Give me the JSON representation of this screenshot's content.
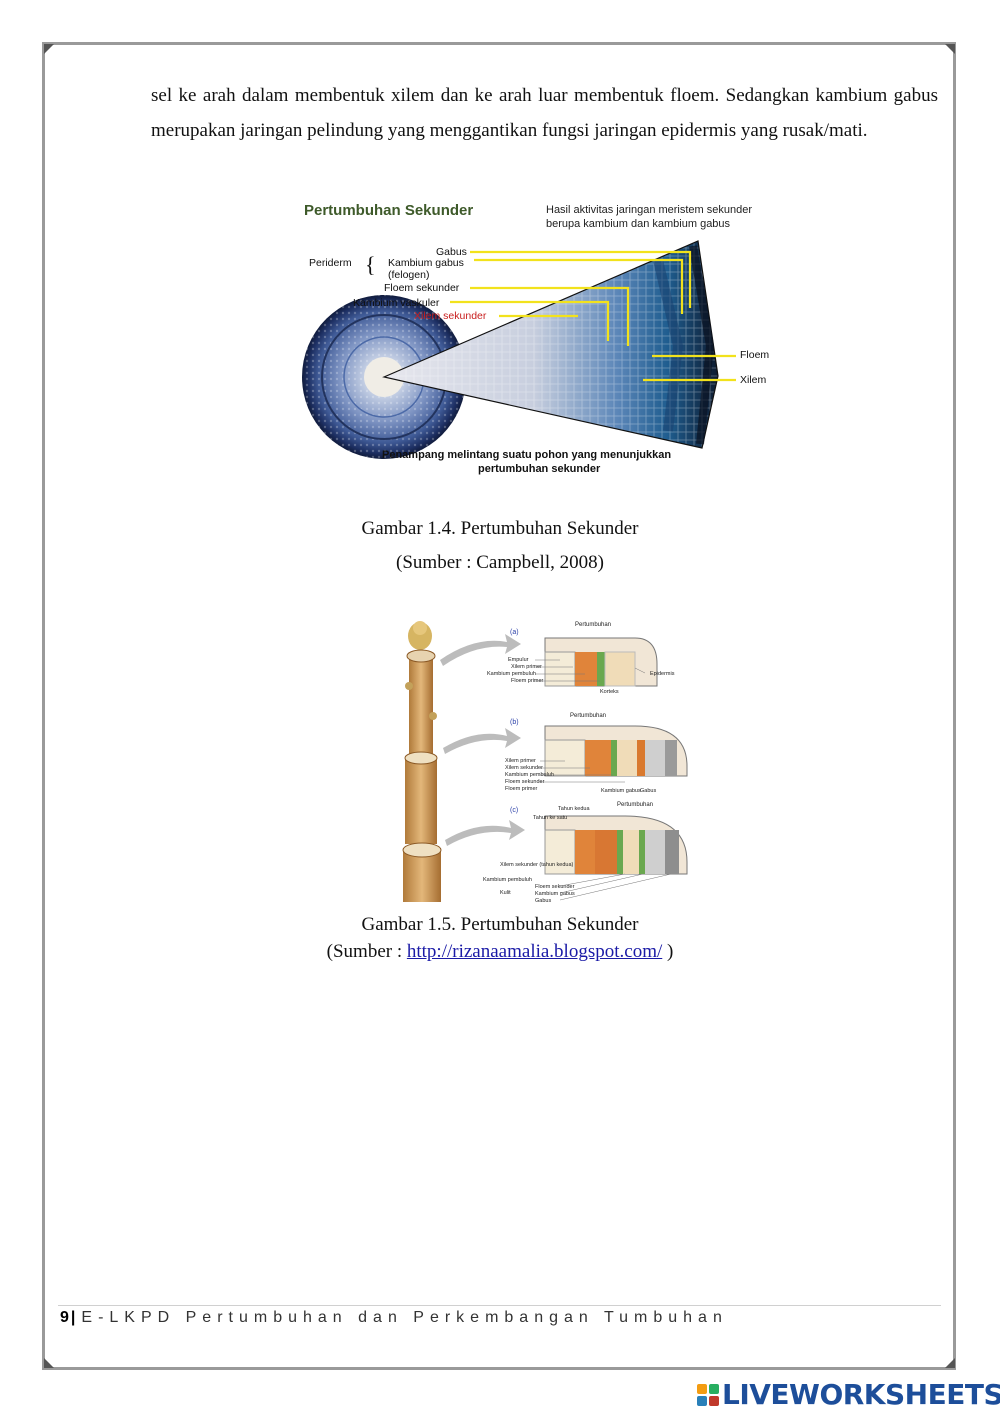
{
  "paragraph": "sel ke arah dalam membentuk xilem dan ke arah luar membentuk floem. Sedangkan kambium gabus merupakan jaringan pelindung yang menggantikan fungsi jaringan epidermis yang rusak/mati.",
  "figure1": {
    "title": "Pertumbuhan Sekunder",
    "note_line1": "Hasil aktivitas jaringan meristem sekunder",
    "note_line2": "berupa kambium dan kambium gabus",
    "periderm": "Periderm",
    "labels": {
      "gabus": "Gabus",
      "kambium_gabus": "Kambium gabus",
      "felogen": "(felogen)",
      "floem_sekunder": "Floem sekunder",
      "kambium_vaskuler": "Kambium vaskuler",
      "xilem_sekunder": "Xilem sekunder",
      "floem": "Floem",
      "xilem": "Xilem"
    },
    "bottom_line1": "Penampang melintang suatu pohon yang menunjukkan",
    "bottom_line2": "pertumbuhan sekunder",
    "caption": "Gambar 1.4. Pertumbuhan Sekunder",
    "source": "(Sumber : Campbell, 2008)"
  },
  "figure2": {
    "panels": {
      "a": "(a)",
      "b": "(b)",
      "c": "(c)"
    },
    "labels": {
      "pertumbuhan": "Pertumbuhan",
      "empulur": "Empulur",
      "xilem_primer": "Xilem primer",
      "kambium_pembuluh": "Kambium pembuluh",
      "floem_primer": "Floem primer",
      "epidermis": "Epidermis",
      "korteks": "Korteks",
      "xilem_sekunder": "Xilem sekunder",
      "floem_sekunder": "Floem sekunder",
      "kambium_gabus": "Kambium gabus",
      "gabus": "Gabus",
      "tahun_kedua": "Tahun kedua",
      "tahun_ke_satu": "Tahun ke satu",
      "xilem_sekunder_tahun_kedua": "Xilem sekunder (tahun kedua)",
      "kulit": "Kulit"
    },
    "caption": "Gambar 1.5. Pertumbuhan Sekunder",
    "source_prefix": "(Sumber : ",
    "source_link": "http://rizanaamalia.blogspot.com/",
    "source_suffix": " )"
  },
  "footer": {
    "page_number": "9",
    "separator": "|",
    "title": "E-LKPD Pertumbuhan dan Perkembangan Tumbuhan"
  },
  "watermark": "LIVEWORKSHEETS",
  "colors": {
    "frame": "#9a9a9a",
    "yellow_leader": "#f2e21c",
    "xilem_red": "#c81e1e",
    "link_blue": "#1a1aa6",
    "watermark_blue": "#1d4e9a"
  }
}
